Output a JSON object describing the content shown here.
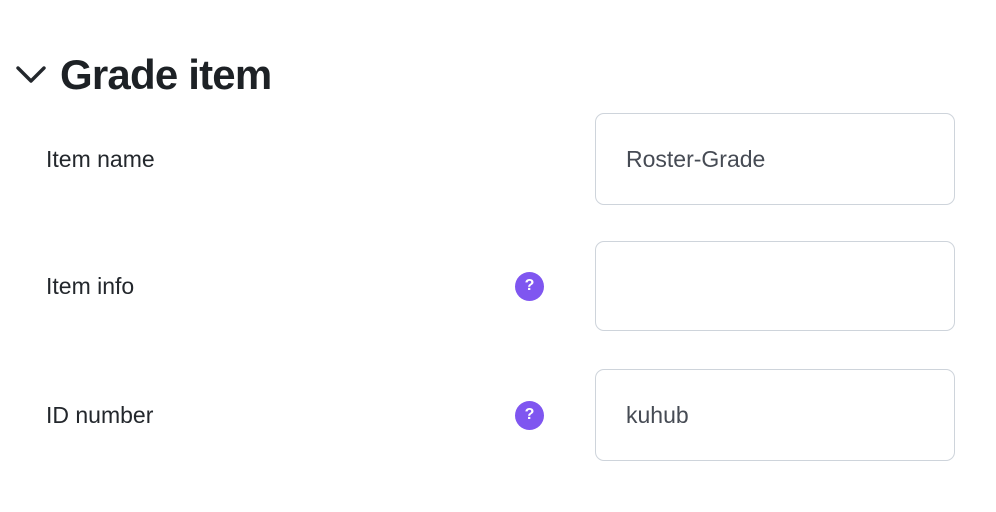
{
  "section": {
    "title": "Grade item",
    "toggle_icon": "chevron-down-icon",
    "expanded": true
  },
  "theme": {
    "accent": "#7f56f0",
    "heading_color": "#1d2125",
    "label_color": "#23272c",
    "input_text_color": "#464b54",
    "input_border_color": "#ced4db",
    "background": "#ffffff"
  },
  "fields": [
    {
      "label": "Item name",
      "help_icon": null,
      "control_type": "text",
      "value": "Roster-Grade",
      "placeholder": ""
    },
    {
      "label": "Item info",
      "help_icon": "help-question-icon",
      "help_glyph": "?",
      "control_type": "textarea",
      "value": "",
      "placeholder": ""
    },
    {
      "label": "ID number",
      "help_icon": "help-question-icon",
      "help_glyph": "?",
      "control_type": "text",
      "value": "kuhub",
      "placeholder": ""
    }
  ]
}
